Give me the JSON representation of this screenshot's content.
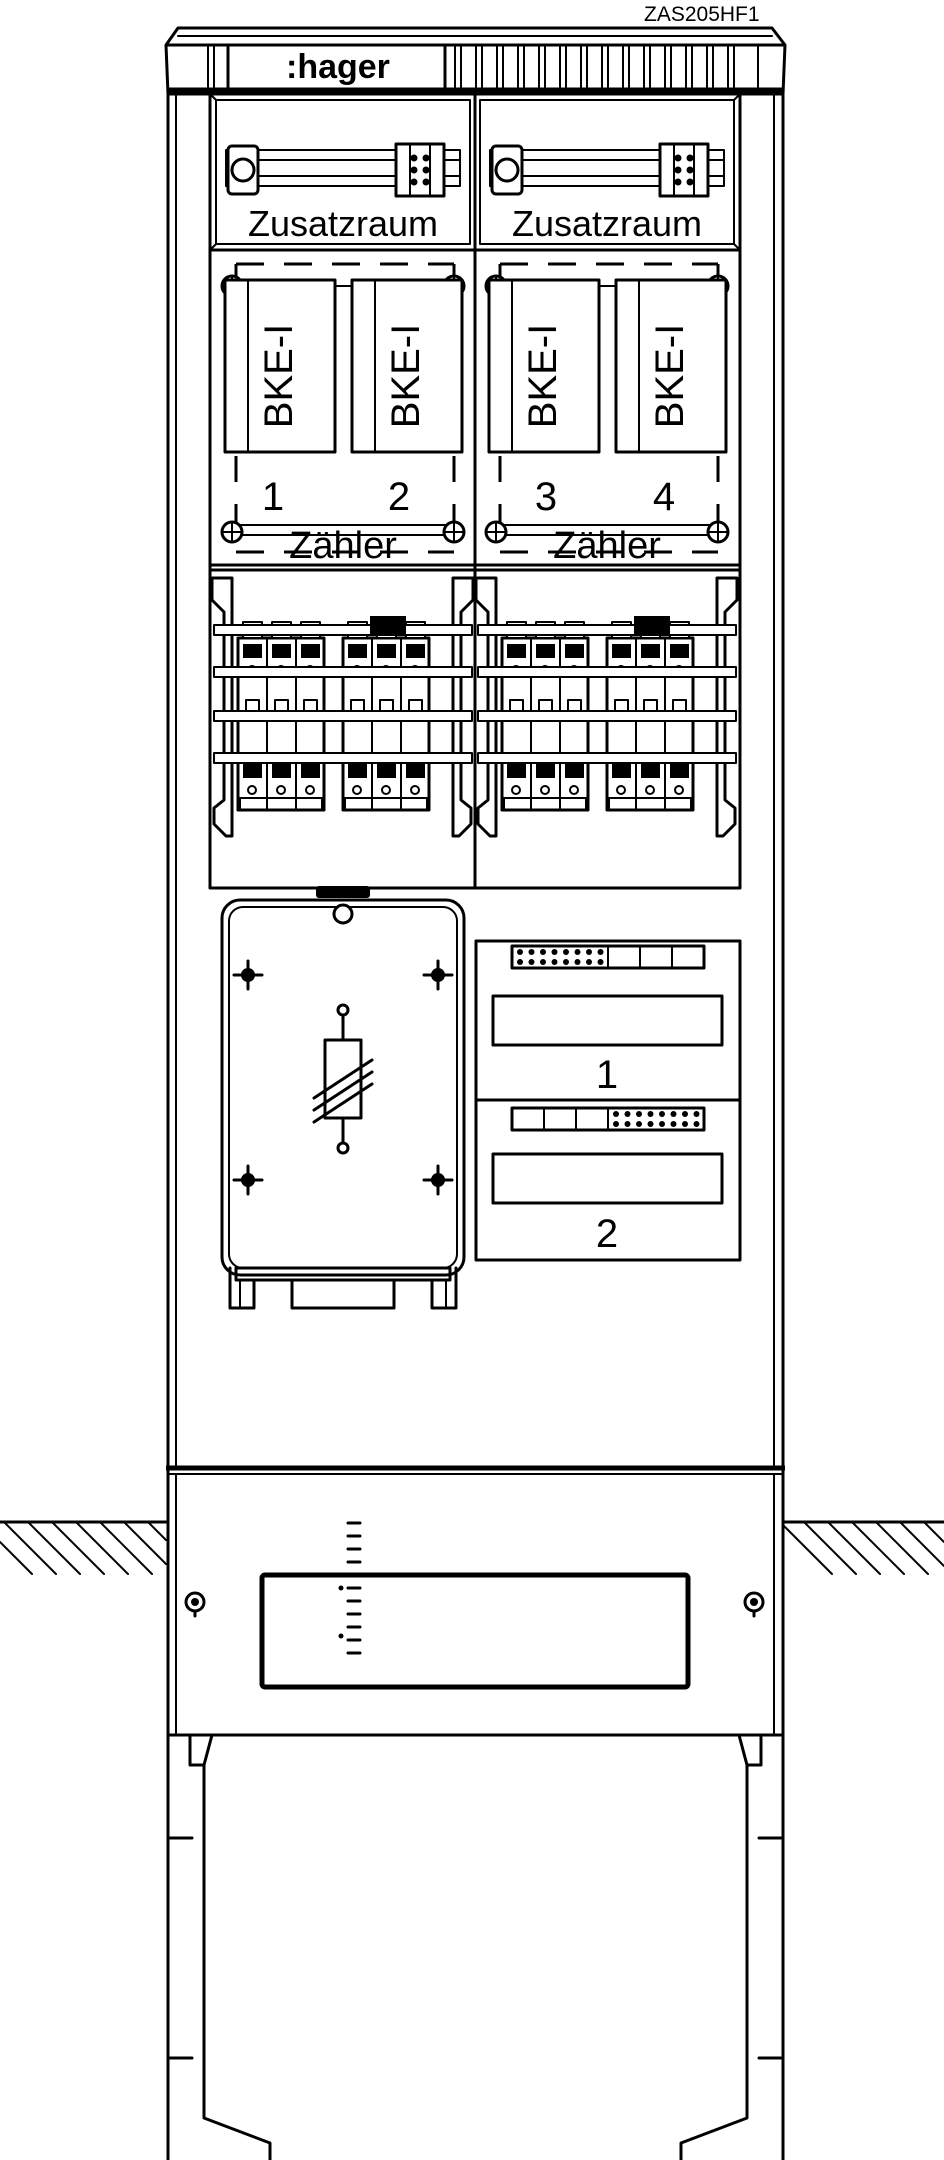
{
  "model_code": "ZAS205HF1",
  "brand": {
    "logo_text": ":hager"
  },
  "upper_compartments": [
    {
      "label": "Zusatzraum"
    },
    {
      "label": "Zusatzraum"
    }
  ],
  "meter_section": {
    "label": "Zähler",
    "fuse_slots": [
      {
        "label": "BKE-I",
        "number": "1"
      },
      {
        "label": "BKE-I",
        "number": "2"
      },
      {
        "label": "BKE-I",
        "number": "3"
      },
      {
        "label": "BKE-I",
        "number": "4"
      }
    ]
  },
  "distribution_rows": [
    {
      "number": "1"
    },
    {
      "number": "2"
    }
  ]
}
